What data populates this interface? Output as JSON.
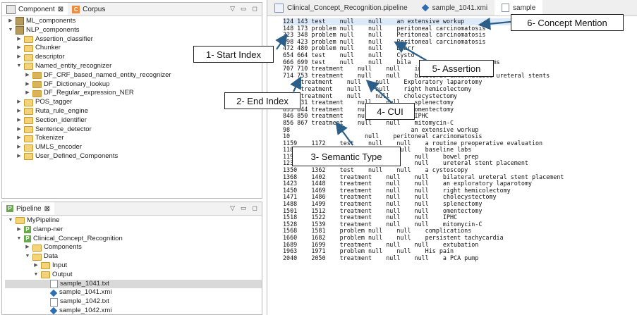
{
  "component_panel": {
    "tabs": [
      {
        "label": "Component",
        "close": "⊠"
      },
      {
        "label": "Corpus"
      }
    ],
    "window_controls": [
      "▽",
      "▭",
      "◻"
    ],
    "tree": [
      {
        "label": "ML_components",
        "arrow": "▶"
      },
      {
        "label": "NLP_components",
        "arrow": "▼"
      },
      {
        "label": "Assertion_classifier",
        "arrow": "▶"
      },
      {
        "label": "Chunker",
        "arrow": "▶"
      },
      {
        "label": "descriptor",
        "arrow": "▶"
      },
      {
        "label": "Named_entity_recognizer",
        "arrow": "▼"
      },
      {
        "label": "DF_CRF_based_named_entity_recognizer",
        "arrow": "▶"
      },
      {
        "label": "DF_Dictionary_lookup",
        "arrow": "▶"
      },
      {
        "label": "DF_Regular_expression_NER",
        "arrow": "▶"
      },
      {
        "label": "POS_tagger",
        "arrow": "▶"
      },
      {
        "label": "Ruta_rule_engine",
        "arrow": "▶"
      },
      {
        "label": "Section_identifier",
        "arrow": "▶"
      },
      {
        "label": "Sentence_detector",
        "arrow": "▶"
      },
      {
        "label": "Tokenizer",
        "arrow": "▶"
      },
      {
        "label": "UMLS_encoder",
        "arrow": "▶"
      },
      {
        "label": "User_Defined_Components",
        "arrow": "▶"
      }
    ]
  },
  "pipeline_panel": {
    "tab": {
      "label": "Pipeline",
      "close": "⊠"
    },
    "window_controls": [
      "▽",
      "▭",
      "◻"
    ],
    "tree": [
      {
        "label": "MyPipeline",
        "arrow": "▼",
        "icon": "folder"
      },
      {
        "label": "clamp-ner",
        "arrow": "▶",
        "icon": "p"
      },
      {
        "label": "Clinical_Concept_Recognition",
        "arrow": "▼",
        "icon": "p"
      },
      {
        "label": "Components",
        "arrow": "▶",
        "icon": "folder"
      },
      {
        "label": "Data",
        "arrow": "▼",
        "icon": "folder"
      },
      {
        "label": "Input",
        "arrow": "▶",
        "icon": "folder"
      },
      {
        "label": "Output",
        "arrow": "▼",
        "icon": "folder"
      },
      {
        "label": "sample_1041.txt",
        "arrow": "",
        "icon": "txt"
      },
      {
        "label": "sample_1041.xmi",
        "arrow": "",
        "icon": "xmi"
      },
      {
        "label": "sample_1042.txt",
        "arrow": "",
        "icon": "txt"
      },
      {
        "label": "sample_1042.xmi",
        "arrow": "",
        "icon": "xmi"
      }
    ]
  },
  "editor": {
    "tabs": [
      {
        "label": "Clinical_Concept_Recognition.pipeline"
      },
      {
        "label": "sample_1041.xmi"
      },
      {
        "label": "sample"
      }
    ],
    "lines": [
      "124 143 test    null    null    an extensive workup",
      "148 173 problem null    null    peritoneal carcinomatosis",
      "323 348 problem null    null    Peritoneal carcinomatosis",
      "398 423 problem null    null    Peritoneal carcinomatosis",
      "472 480 problem null    null    Diarr",
      "654 664 test    null    null    Cysto",
      "666 699 test    null    null    bila                   ograms",
      "707 710 treatment    null    null    insertion",
      "714 753 treatment    null    null    bilateral externalized ureteral stents",
      "     treatment    null    null    Exploratory laparotomy",
      "     treatment    null    null    right hemicolectomy",
      "     treatment    null    null    cholecystectomy",
      "820 831 treatment    null    null    splenectomy",
      "833 844 treatment    null    null    omentectomy",
      "846 850 treatment    null    null    IPHC",
      "856 867 treatment    null    null    mitomycin-C",
      "98                                  an extensive workup",
      "10                     null    peritoneal carcinomatosis",
      "1159    1172    test    null    null    a routine preoperative evaluation",
      "1183    1196    test    null    null    baseline labs",
      "1198    1208    treatment    null    null    bowel prep",
      "1230    1254    treatment    null    null    ureteral stent placement",
      "1350    1362    test    null    null    a cystoscopy",
      "1368    1402    treatment    null    null    bilateral ureteral stent placement",
      "1423    1448    treatment    null    null    an exploratory laparotomy",
      "1450    1469    treatment    null    null    right hemicolectomy",
      "1471    1486    treatment    null    null    cholecystectomy",
      "1488    1499    treatment    null    null    splenectomy",
      "1501    1512    treatment    null    null    omentectomy",
      "1518    1522    treatment    null    null    IPHC",
      "1528    1539    treatment    null    null    mitomycin-C",
      "1568    1581    problem null    null    complications",
      "1660    1682    problem null    null    persistent tachycardia",
      "1689    1699    treatment    null    null    extubation",
      "1963    1971    problem null    null    His pain",
      "2040    2050    treatment    null    null    a PCA pump"
    ]
  },
  "callouts": {
    "start_index": "1- Start Index",
    "end_index": "2- End Index",
    "semantic_type": "3- Semantic Type",
    "cui": "4- CUI",
    "assertion": "5- Assertion",
    "concept_mention": "6- Concept Mention"
  },
  "colors": {
    "accent": "#2b5f8a",
    "squiggle": "#d04030",
    "selection": "#d9d9d9",
    "highlight": "#dce9f9"
  }
}
